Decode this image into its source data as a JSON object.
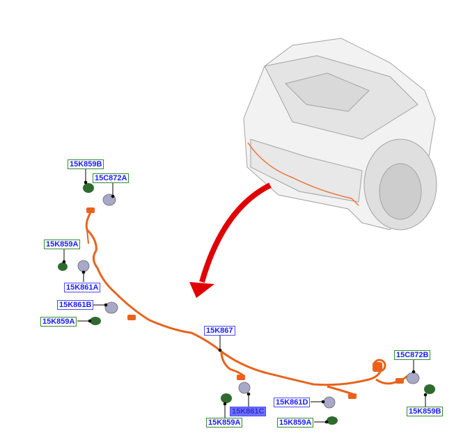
{
  "labels": [
    {
      "id": "l1",
      "text": "15K859B",
      "style": "green"
    },
    {
      "id": "l2",
      "text": "15C872A",
      "style": "green"
    },
    {
      "id": "l3",
      "text": "15K859A",
      "style": "green"
    },
    {
      "id": "l4",
      "text": "15K861A",
      "style": "blue"
    },
    {
      "id": "l5",
      "text": "15K861B",
      "style": "blue"
    },
    {
      "id": "l6",
      "text": "15K859A",
      "style": "green"
    },
    {
      "id": "l7",
      "text": "15K867",
      "style": "blue"
    },
    {
      "id": "l8",
      "text": "15C872B",
      "style": "green"
    },
    {
      "id": "l9",
      "text": "15K861D",
      "style": "blue"
    },
    {
      "id": "l10",
      "text": "15K861C",
      "style": "blue-highlighted"
    },
    {
      "id": "l11",
      "text": "15K859A",
      "style": "green"
    },
    {
      "id": "l12",
      "text": "15K859A",
      "style": "green"
    },
    {
      "id": "l13",
      "text": "15K859B",
      "style": "green"
    }
  ],
  "colors": {
    "harness": "#e8621c",
    "arrow": "#e00000",
    "sensor": "#2f6b2f",
    "bracket": "#a0a0c0"
  }
}
